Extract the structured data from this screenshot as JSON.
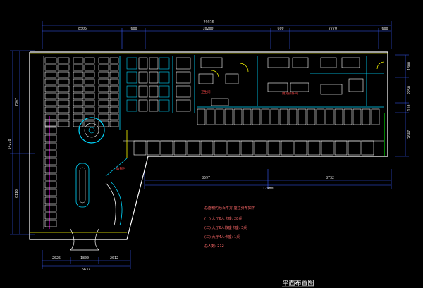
{
  "dimensions": {
    "top_total": "29976",
    "top_segments": [
      "8505",
      "600",
      "10200",
      "600",
      "7770",
      "600"
    ],
    "left_total": "14278",
    "left_segments": [
      "7867",
      "6110"
    ],
    "right_segments": [
      "1800",
      "2250",
      "110",
      "2647"
    ],
    "mid_total": "17980",
    "mid_segments": [
      "8597",
      "8732"
    ],
    "bottom_total": "5637",
    "bottom_segments": [
      "2025",
      "1800",
      "2012"
    ]
  },
  "room_labels": [
    "卫生间",
    "厨房操作间",
    "收银台"
  ],
  "notes": {
    "heading": "总面积约七百平方 座位分布如下",
    "lines": [
      "(一) 大厅6人卡座:  28桌",
      "(二) 大厅6人散座卡座: 3桌",
      "(三) 大厅4人卡座:  1桌"
    ],
    "total": "总人数: 212"
  },
  "drawing_title": "平面布置图",
  "colors": {
    "wall": "#ffffff",
    "furniture": "#ffffff",
    "partition": "#00d8ff",
    "booth_line": "#ff00ff",
    "dimension": "#3a5cff",
    "accent_yellow": "#ffff00",
    "accent_green": "#00ff00",
    "label_red": "#ff3a3a"
  }
}
